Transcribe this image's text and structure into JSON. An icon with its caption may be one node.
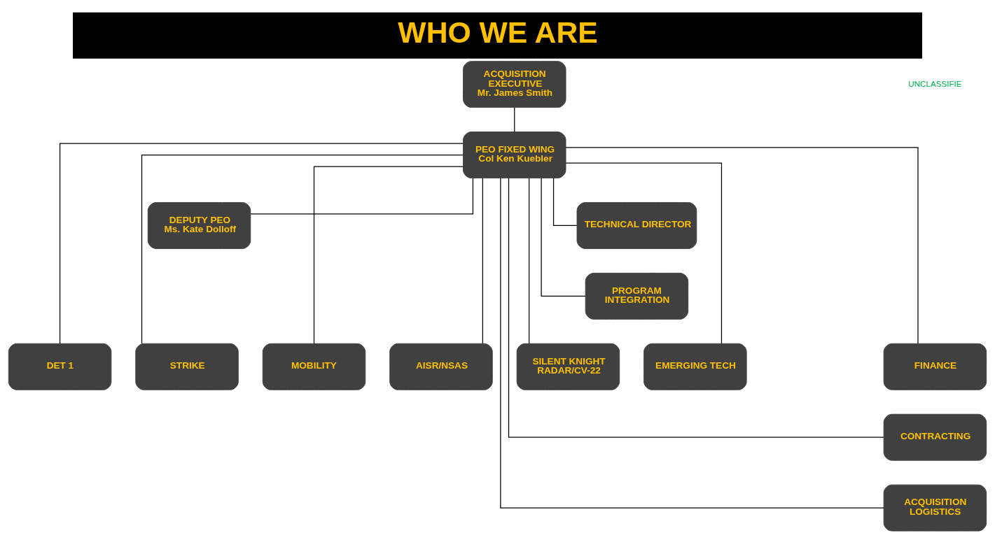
{
  "diagram": {
    "title": "WHO WE ARE",
    "nodes": [
      {
        "text": [
          "ACQUISITION EXECUTIVE",
          "Mr. James Smith"
        ]
      },
      {
        "text": [
          "PEO FIXED WING",
          "Col Ken Kuebler"
        ]
      },
      {
        "text": [
          "DEPUTY PEO",
          "Ms. Kate Dolloff"
        ]
      },
      {
        "text": [
          "TECHNICAL DIRECTOR"
        ]
      },
      {
        "text": [
          "PROGRAM INTEGRATION"
        ]
      },
      {
        "text": [
          "DET 1"
        ]
      },
      {
        "text": [
          "STRIKE"
        ]
      },
      {
        "text": [
          "MOBILITY"
        ]
      },
      {
        "text": [
          "AISR/NSAS"
        ]
      },
      {
        "text": [
          "SILENT KNIGHT RADAR/CV-22"
        ]
      },
      {
        "text": [
          "EMERGING TECH"
        ]
      },
      {
        "text": [
          "FINANCE"
        ]
      },
      {
        "text": [
          "CONTRACTING"
        ]
      },
      {
        "text": [
          "ACQUISITION LOGISTICS"
        ]
      }
    ],
    "edges": [
      {
        "from": 0,
        "to": 1,
        "arrow": "none"
      },
      {
        "from": 1,
        "to": 2,
        "arrow": "none"
      },
      {
        "from": 1,
        "to": 3,
        "arrow": "none"
      },
      {
        "from": 1,
        "to": 4,
        "arrow": "none"
      },
      {
        "from": 1,
        "to": 5,
        "arrow": "none"
      },
      {
        "from": 1,
        "to": 6,
        "arrow": "none"
      },
      {
        "from": 1,
        "to": 7,
        "arrow": "none"
      },
      {
        "from": 1,
        "to": 8,
        "arrow": "none"
      },
      {
        "from": 1,
        "to": 9,
        "arrow": "none"
      },
      {
        "from": 1,
        "to": 10,
        "arrow": "none"
      },
      {
        "from": 1,
        "to": 11,
        "arrow": "none"
      },
      {
        "from": 1,
        "to": 12,
        "arrow": "none"
      },
      {
        "from": 1,
        "to": 13,
        "arrow": "none"
      }
    ],
    "labels": [
      "UNCLASSIFIE"
    ]
  }
}
